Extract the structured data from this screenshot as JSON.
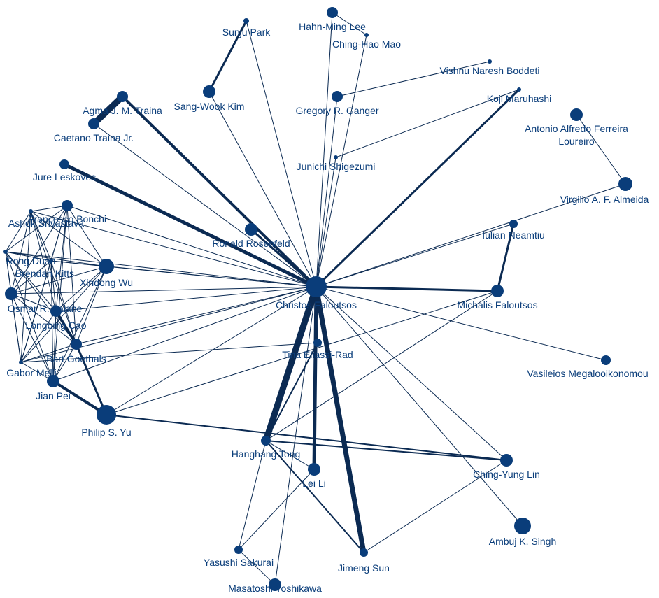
{
  "graph": {
    "node_color": "#0a3d7a",
    "edge_color": "#0b2a52",
    "nodes": [
      {
        "id": "faloutsos",
        "label": "Christos Faloutsos"
      },
      {
        "id": "sunju",
        "label": "Sunju Park"
      },
      {
        "id": "hahn",
        "label": "Hahn-Ming Lee"
      },
      {
        "id": "chinghao",
        "label": "Ching-Hao Mao"
      },
      {
        "id": "vishnu",
        "label": "Vishnu Naresh Boddeti"
      },
      {
        "id": "koji",
        "label": "Koji Maruhashi"
      },
      {
        "id": "ganger",
        "label": "Gregory R. Ganger"
      },
      {
        "id": "shigezumi",
        "label": "Junichi Shigezumi"
      },
      {
        "id": "sangwook",
        "label": "Sang-Wook Kim"
      },
      {
        "id": "agma",
        "label": "Agma J. M. Traina"
      },
      {
        "id": "caetano",
        "label": "Caetano Traina Jr."
      },
      {
        "id": "leskovec",
        "label": "Jure Leskovec"
      },
      {
        "id": "antonio",
        "label": "Antonio Alfredo Ferreira\nLoureiro"
      },
      {
        "id": "virgilio",
        "label": "Virgilio A. F. Almeida"
      },
      {
        "id": "iulian",
        "label": "Iulian Neamtiu"
      },
      {
        "id": "michalis",
        "label": "Michalis Faloutsos"
      },
      {
        "id": "vasileios",
        "label": "Vasileios Megalooikonomou"
      },
      {
        "id": "rosenfeld",
        "label": "Ronald Rosenfeld"
      },
      {
        "id": "bonchi",
        "label": "Francesco Bonchi"
      },
      {
        "id": "ashok",
        "label": "Ashok Srivastava"
      },
      {
        "id": "rongduan",
        "label": "Rong Duan"
      },
      {
        "id": "kitts",
        "label": "Brendan Kitts"
      },
      {
        "id": "xindong",
        "label": "Xindong Wu"
      },
      {
        "id": "osmar",
        "label": "Osmar R. Zaiane"
      },
      {
        "id": "longbing",
        "label": "Longbing Cao"
      },
      {
        "id": "goethals",
        "label": "Bart Goethals"
      },
      {
        "id": "melli",
        "label": "Gabor Melli"
      },
      {
        "id": "jianpei",
        "label": "Jian Pei"
      },
      {
        "id": "philip",
        "label": "Philip S. Yu"
      },
      {
        "id": "tina",
        "label": "Tina Eliassi-Rad"
      },
      {
        "id": "hanghang",
        "label": "Hanghang Tong"
      },
      {
        "id": "leili",
        "label": "Lei Li"
      },
      {
        "id": "chingyung",
        "label": "Ching-Yung Lin"
      },
      {
        "id": "ambuj",
        "label": "Ambuj K. Singh"
      },
      {
        "id": "sakurai",
        "label": "Yasushi Sakurai"
      },
      {
        "id": "jimeng",
        "label": "Jimeng Sun"
      },
      {
        "id": "yoshikawa",
        "label": "Masatoshi Yoshikawa"
      }
    ],
    "edges": [
      [
        "faloutsos",
        "sunju",
        1
      ],
      [
        "faloutsos",
        "hahn",
        1
      ],
      [
        "faloutsos",
        "chinghao",
        1
      ],
      [
        "faloutsos",
        "koji",
        3
      ],
      [
        "faloutsos",
        "ganger",
        1
      ],
      [
        "faloutsos",
        "shigezumi",
        1
      ],
      [
        "faloutsos",
        "sangwook",
        1
      ],
      [
        "faloutsos",
        "agma",
        4
      ],
      [
        "faloutsos",
        "caetano",
        1
      ],
      [
        "faloutsos",
        "leskovec",
        5
      ],
      [
        "faloutsos",
        "rosenfeld",
        3
      ],
      [
        "faloutsos",
        "virgilio",
        1
      ],
      [
        "faloutsos",
        "iulian",
        1
      ],
      [
        "faloutsos",
        "michalis",
        3
      ],
      [
        "faloutsos",
        "vasileios",
        1
      ],
      [
        "faloutsos",
        "bonchi",
        1
      ],
      [
        "faloutsos",
        "ashok",
        1
      ],
      [
        "faloutsos",
        "rongduan",
        1
      ],
      [
        "faloutsos",
        "kitts",
        1
      ],
      [
        "faloutsos",
        "xindong",
        1
      ],
      [
        "faloutsos",
        "osmar",
        1
      ],
      [
        "faloutsos",
        "longbing",
        1
      ],
      [
        "faloutsos",
        "goethals",
        1
      ],
      [
        "faloutsos",
        "melli",
        1
      ],
      [
        "faloutsos",
        "jianpei",
        1
      ],
      [
        "faloutsos",
        "philip",
        1
      ],
      [
        "faloutsos",
        "tina",
        1
      ],
      [
        "faloutsos",
        "hanghang",
        9
      ],
      [
        "faloutsos",
        "leili",
        5
      ],
      [
        "faloutsos",
        "chingyung",
        1
      ],
      [
        "faloutsos",
        "ambuj",
        1
      ],
      [
        "faloutsos",
        "jimeng",
        7
      ],
      [
        "faloutsos",
        "yoshikawa",
        1
      ],
      [
        "sunju",
        "sangwook",
        3
      ],
      [
        "hahn",
        "chinghao",
        1
      ],
      [
        "vishnu",
        "ganger",
        1
      ],
      [
        "koji",
        "shigezumi",
        1
      ],
      [
        "agma",
        "caetano",
        9
      ],
      [
        "antonio",
        "virgilio",
        1
      ],
      [
        "iulian",
        "michalis",
        3
      ],
      [
        "michalis",
        "philip",
        1
      ],
      [
        "michalis",
        "hanghang",
        1
      ],
      [
        "jianpei",
        "philip",
        4
      ],
      [
        "goethals",
        "philip",
        3
      ],
      [
        "philip",
        "chingyung",
        2
      ],
      [
        "tina",
        "hanghang",
        2
      ],
      [
        "tina",
        "melli",
        1
      ],
      [
        "hanghang",
        "leili",
        1
      ],
      [
        "hanghang",
        "jimeng",
        2
      ],
      [
        "hanghang",
        "chingyung",
        2
      ],
      [
        "hanghang",
        "sakurai",
        1
      ],
      [
        "leili",
        "sakurai",
        1
      ],
      [
        "sakurai",
        "yoshikawa",
        1
      ],
      [
        "jimeng",
        "chingyung",
        1
      ],
      [
        "bonchi",
        "ashok",
        1
      ],
      [
        "bonchi",
        "rongduan",
        1
      ],
      [
        "bonchi",
        "kitts",
        1
      ],
      [
        "bonchi",
        "xindong",
        1
      ],
      [
        "bonchi",
        "osmar",
        1
      ],
      [
        "bonchi",
        "longbing",
        1
      ],
      [
        "bonchi",
        "goethals",
        1
      ],
      [
        "bonchi",
        "melli",
        1
      ],
      [
        "bonchi",
        "jianpei",
        1
      ],
      [
        "ashok",
        "rongduan",
        1
      ],
      [
        "ashok",
        "kitts",
        1
      ],
      [
        "ashok",
        "xindong",
        1
      ],
      [
        "ashok",
        "osmar",
        1
      ],
      [
        "ashok",
        "longbing",
        1
      ],
      [
        "ashok",
        "goethals",
        1
      ],
      [
        "ashok",
        "melli",
        1
      ],
      [
        "rongduan",
        "kitts",
        1
      ],
      [
        "rongduan",
        "xindong",
        1
      ],
      [
        "rongduan",
        "osmar",
        1
      ],
      [
        "rongduan",
        "longbing",
        1
      ],
      [
        "rongduan",
        "goethals",
        1
      ],
      [
        "rongduan",
        "melli",
        1
      ],
      [
        "rongduan",
        "jianpei",
        1
      ],
      [
        "kitts",
        "xindong",
        1
      ],
      [
        "kitts",
        "osmar",
        1
      ],
      [
        "kitts",
        "longbing",
        1
      ],
      [
        "kitts",
        "goethals",
        1
      ],
      [
        "kitts",
        "melli",
        1
      ],
      [
        "kitts",
        "jianpei",
        1
      ],
      [
        "xindong",
        "osmar",
        1
      ],
      [
        "xindong",
        "longbing",
        1
      ],
      [
        "xindong",
        "goethals",
        1
      ],
      [
        "xindong",
        "melli",
        1
      ],
      [
        "xindong",
        "jianpei",
        1
      ],
      [
        "osmar",
        "longbing",
        1
      ],
      [
        "osmar",
        "goethals",
        1
      ],
      [
        "osmar",
        "melli",
        1
      ],
      [
        "osmar",
        "jianpei",
        1
      ],
      [
        "longbing",
        "goethals",
        4
      ],
      [
        "longbing",
        "melli",
        1
      ],
      [
        "longbing",
        "jianpei",
        1
      ],
      [
        "goethals",
        "melli",
        1
      ],
      [
        "goethals",
        "jianpei",
        1
      ],
      [
        "melli",
        "jianpei",
        1
      ]
    ]
  }
}
